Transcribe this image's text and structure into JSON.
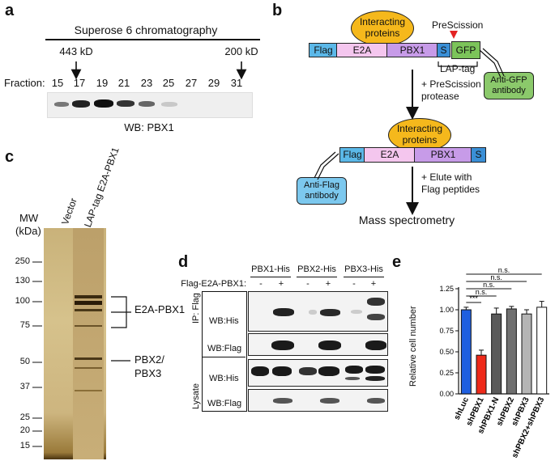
{
  "panels": {
    "a": "a",
    "b": "b",
    "c": "c",
    "d": "d",
    "e": "e"
  },
  "panel_a": {
    "title": "Superose 6 chromatography",
    "marker_443": "443 kD",
    "marker_200": "200 kD",
    "fraction_label": "Fraction:",
    "fractions": [
      "15",
      "17",
      "19",
      "21",
      "23",
      "25",
      "27",
      "29",
      "31"
    ],
    "wb_label": "WB: PBX1"
  },
  "panel_b": {
    "interacting": [
      "Interacting",
      "proteins"
    ],
    "prescission": "PreScission",
    "top_construct": [
      "Flag",
      "E2A",
      "PBX1",
      "S",
      "GFP"
    ],
    "lap_tag": "LAP-tag",
    "anti_gfp": [
      "Anti-GFP",
      "antibody"
    ],
    "step1": [
      "+ PreScission",
      "protease"
    ],
    "bottom_construct": [
      "Flag",
      "E2A",
      "PBX1",
      "S"
    ],
    "anti_flag": [
      "Anti-Flag",
      "antibody"
    ],
    "step2": [
      "+ Elute with",
      "Flag peptides"
    ],
    "final": "Mass spectrometry",
    "colors": {
      "flag": "#5bb8e8",
      "e2a": "#f4c6ee",
      "pbx1": "#c79be8",
      "s": "#3a8fd6",
      "gfp": "#7cc45a",
      "oval": "#f5b81c",
      "arrow": "#e32222"
    }
  },
  "panel_c": {
    "lane_vector": "Vector",
    "lane_lap": "LAP-tag E2A-PBX1",
    "mw": "MW",
    "kda": "(kDa)",
    "markers": [
      "250",
      "130",
      "100",
      "75",
      "50",
      "37",
      "25",
      "20",
      "15"
    ],
    "e2a_pbx1": "E2A-PBX1",
    "pbx23": [
      "PBX2/",
      "PBX3"
    ]
  },
  "panel_d": {
    "cols": [
      "PBX1-His",
      "PBX2-His",
      "PBX3-His"
    ],
    "flag_label": "Flag-E2A-PBX1:",
    "signs": [
      "-",
      "+",
      "-",
      "+",
      "-",
      "+"
    ],
    "ip_label": "IP: Flag",
    "lysate_label": "Lysate",
    "rows": [
      "WB:His",
      "WB:Flag",
      "WB:His",
      "WB:Flag"
    ]
  },
  "chart_data": {
    "type": "bar",
    "categories": [
      "shLuc",
      "shPBX1",
      "shPBX1-N",
      "shPBX2",
      "shPBX3",
      "shPBX2+shPBX3"
    ],
    "values": [
      1.0,
      0.46,
      0.95,
      1.01,
      0.95,
      1.03
    ],
    "errors": [
      0.03,
      0.06,
      0.07,
      0.03,
      0.05,
      0.07
    ],
    "colors": [
      "#1f5fe0",
      "#ee2a1a",
      "#5a5a5a",
      "#707070",
      "#b5b5b5",
      "#ffffff"
    ],
    "ylabel": "Relative cell number",
    "ylim": [
      0,
      1.25
    ],
    "yticks": [
      "0.00",
      "0.25",
      "0.50",
      "0.75",
      "1.00",
      "1.25"
    ],
    "significance": [
      "***",
      "n.s.",
      "n.s.",
      "n.s.",
      "n.s."
    ]
  }
}
